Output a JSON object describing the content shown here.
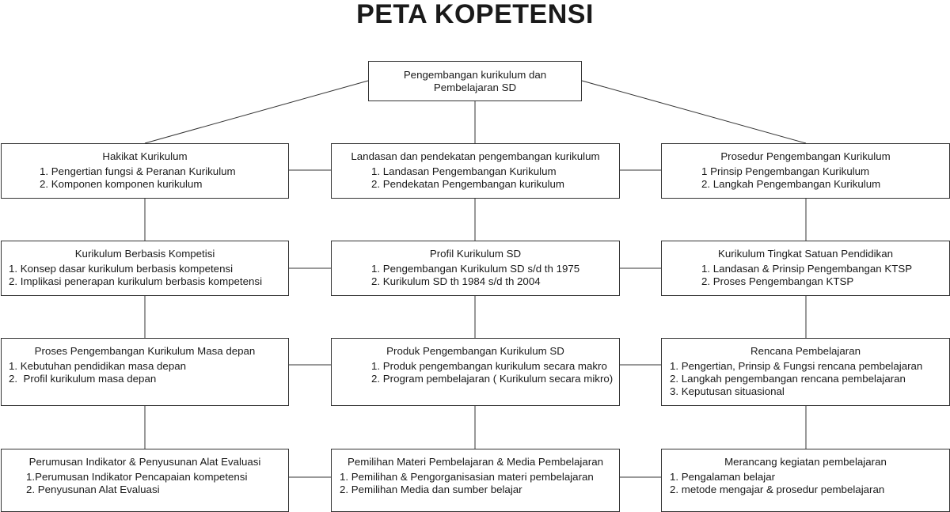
{
  "title": "PETA KOPETENSI",
  "root": {
    "label_line1": "Pengembangan kurikulum dan",
    "label_line2": "Pembelajaran SD"
  },
  "nodes": {
    "hakikat": {
      "heading": "Hakikat Kurikulum",
      "items": [
        "1. Pengertian fungsi & Peranan Kurikulum",
        "2. Komponen komponen kurikulum"
      ]
    },
    "landasan": {
      "heading": "Landasan dan pendekatan pengembangan kurikulum",
      "items": [
        "1. Landasan Pengembangan Kurikulum",
        "2. Pendekatan Pengembangan kurikulum"
      ]
    },
    "prosedur": {
      "heading": "Prosedur Pengembangan Kurikulum",
      "items": [
        "1 Prinsip Pengembangan Kurikulum",
        "2. Langkah Pengembangan Kurikulum"
      ]
    },
    "kbk": {
      "heading": "Kurikulum Berbasis Kompetisi",
      "items": [
        "1. Konsep dasar kurikulum berbasis kompetensi",
        "2. Implikasi penerapan kurikulum berbasis kompetensi"
      ]
    },
    "profil": {
      "heading": "Profil Kurikulum SD",
      "items": [
        "1. Pengembangan Kurikulum SD s/d th 1975",
        "2. Kurikulum SD th 1984 s/d th 2004"
      ]
    },
    "ktsp": {
      "heading": "Kurikulum Tingkat Satuan Pendidikan",
      "items": [
        "1. Landasan & Prinsip Pengembangan KTSP",
        "2. Proses Pengembangan KTSP"
      ]
    },
    "proses": {
      "heading": "Proses Pengembangan Kurikulum Masa depan",
      "items": [
        "1. Kebutuhan pendidikan masa depan",
        "2.  Profil kurikulum masa depan"
      ]
    },
    "produk": {
      "heading": "Produk Pengembangan Kurikulum SD",
      "items": [
        "1. Produk pengembangan kurikulum secara makro",
        "2. Program pembelajaran ( Kurikulum secara mikro)"
      ]
    },
    "rencana": {
      "heading": "Rencana Pembelajaran",
      "items": [
        "1. Pengertian, Prinsip & Fungsi rencana pembelajaran",
        "2. Langkah pengembangan rencana pembelajaran",
        "3. Keputusan situasional"
      ]
    },
    "perumusan": {
      "heading": "Perumusan Indikator & Penyusunan Alat Evaluasi",
      "items": [
        "1.Perumusan Indikator Pencapaian kompetensi",
        "2. Penyusunan Alat Evaluasi"
      ]
    },
    "pemilihan": {
      "heading": "Pemilihan Materi Pembelajaran & Media Pembelajaran",
      "items": [
        "1. Pemilihan & Pengorganisasian materi pembelajaran",
        "2. Pemilihan Media dan sumber belajar"
      ]
    },
    "merancang": {
      "heading": "Merancang kegiatan pembelajaran",
      "items": [
        "1. Pengalaman belajar",
        "2. metode mengajar & prosedur pembelajaran"
      ]
    }
  }
}
